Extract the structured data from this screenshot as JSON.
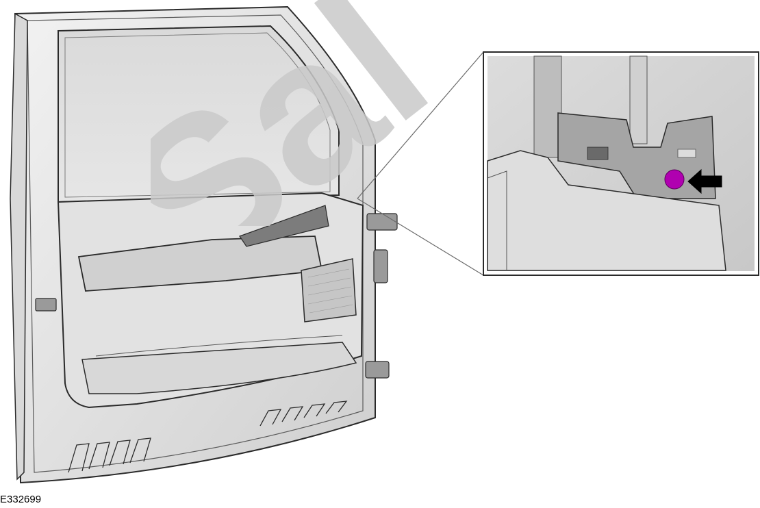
{
  "figure": {
    "id_label": "E332699",
    "watermark_text": "Sal",
    "subject": "door-panel-callout",
    "colors": {
      "line": "#2a2a2a",
      "panel_light": "#e9e9e9",
      "panel_mid": "#d4d4d4",
      "panel_dark": "#8c8c8c",
      "watermark": "#c9c9c9",
      "marker": "#b000b0",
      "arrow": "#000000"
    },
    "icons": [
      "callout-marker-dot",
      "pointer-arrow-icon"
    ]
  }
}
